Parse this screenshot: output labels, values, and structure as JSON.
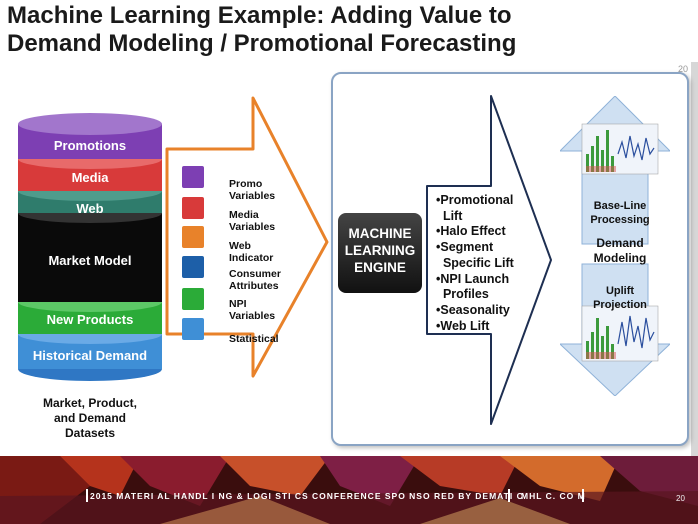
{
  "title": {
    "line1": "Machine Learning Example: Adding Value to",
    "line2": "Demand Modeling / Promotional Forecasting"
  },
  "page_number_top": "20",
  "stack": {
    "layers": [
      {
        "label": "Promotions",
        "color": "#7d3fb3"
      },
      {
        "label": "Media",
        "color": "#d83a3a"
      },
      {
        "label": "Web",
        "color": "#2f7c6c"
      },
      {
        "label": "Market  Model",
        "color": "#0a0a0a"
      },
      {
        "label": "New Products",
        "color": "#2bab38"
      },
      {
        "label": "Historical Demand",
        "color": "#3f8fd6"
      }
    ],
    "caption": [
      "Market, Product,",
      "and Demand",
      "Datasets"
    ]
  },
  "arrow_color": "#e8822a",
  "variables": [
    {
      "line1": "Promo",
      "line2": "Variables",
      "color": "#7d3fb3"
    },
    {
      "line1": "Media",
      "line2": "Variables",
      "color": "#d83a3a"
    },
    {
      "line1": "Web",
      "line2": "Indicator",
      "color": "#e8822a"
    },
    {
      "line1": "Consumer",
      "line2": "Attributes",
      "color": "#1d5fa8"
    },
    {
      "line1": "NPI",
      "line2": "Variables",
      "color": "#2bab38"
    },
    {
      "line1": "Statistical",
      "line2": "",
      "color": "#3f8fd6"
    }
  ],
  "engine": [
    "MACHINE",
    "LEARNING",
    "ENGINE"
  ],
  "outputs": [
    "•Promotional",
    "  Lift",
    "•Halo Effect",
    "•Segment",
    "  Specific Lift",
    "•NPI Launch",
    "  Profiles",
    "•Seasonality",
    "•Web Lift"
  ],
  "right": {
    "baseline": [
      "Base-Line",
      "Processing"
    ],
    "demand": [
      "Demand",
      "Modeling"
    ],
    "uplift": [
      "Uplift",
      "Projection"
    ]
  },
  "footer": {
    "text": "2015 MATERI AL  HANDL I NG & LOGI STI CS CONFERENCE SPO NSO RED  BY  DEMATI C",
    "url": "MHL C. CO M",
    "page": "20"
  }
}
